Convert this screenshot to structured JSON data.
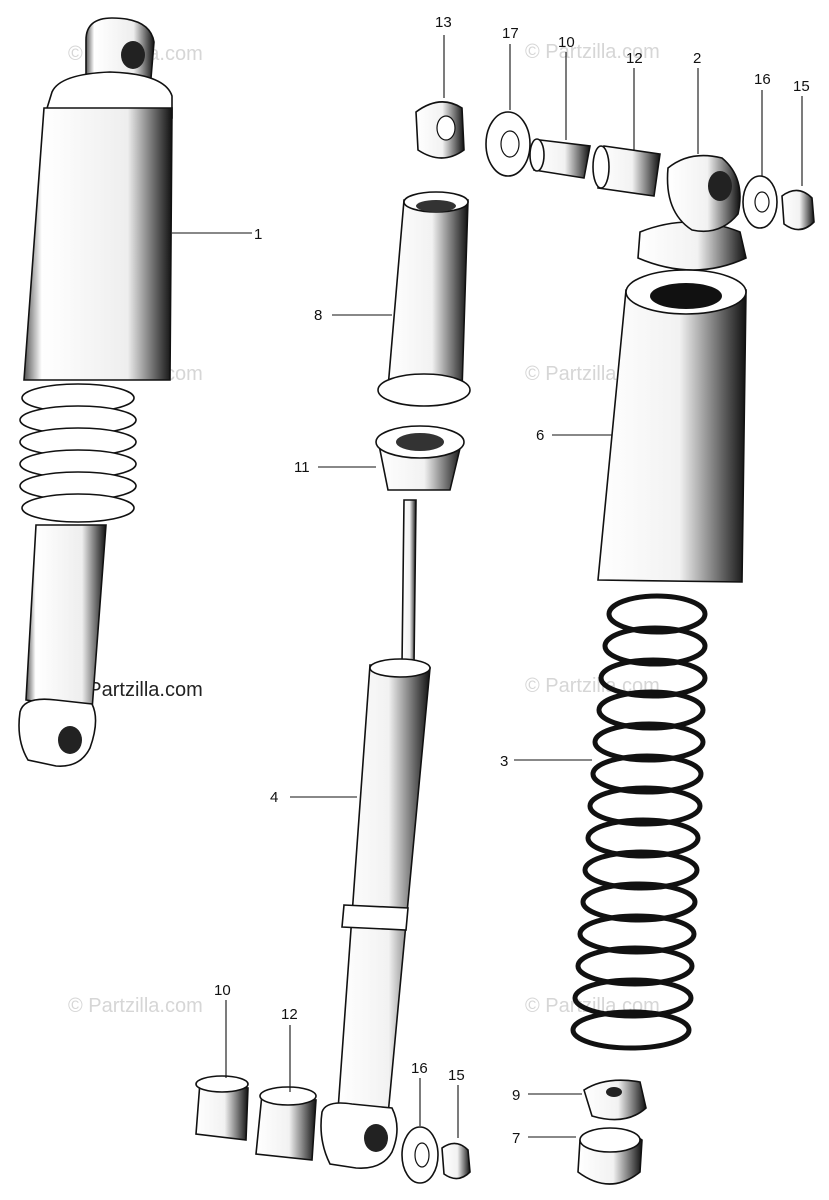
{
  "diagram": {
    "watermark_text": "© Partzilla.com",
    "callouts": {
      "c1": "1",
      "c2": "2",
      "c3": "3",
      "c4": "4",
      "c6": "6",
      "c7": "7",
      "c8": "8",
      "c9": "9",
      "c10a": "10",
      "c10b": "10",
      "c11": "11",
      "c12a": "12",
      "c12b": "12",
      "c13": "13",
      "c15a": "15",
      "c15b": "15",
      "c16a": "16",
      "c16b": "16",
      "c17": "17"
    }
  }
}
